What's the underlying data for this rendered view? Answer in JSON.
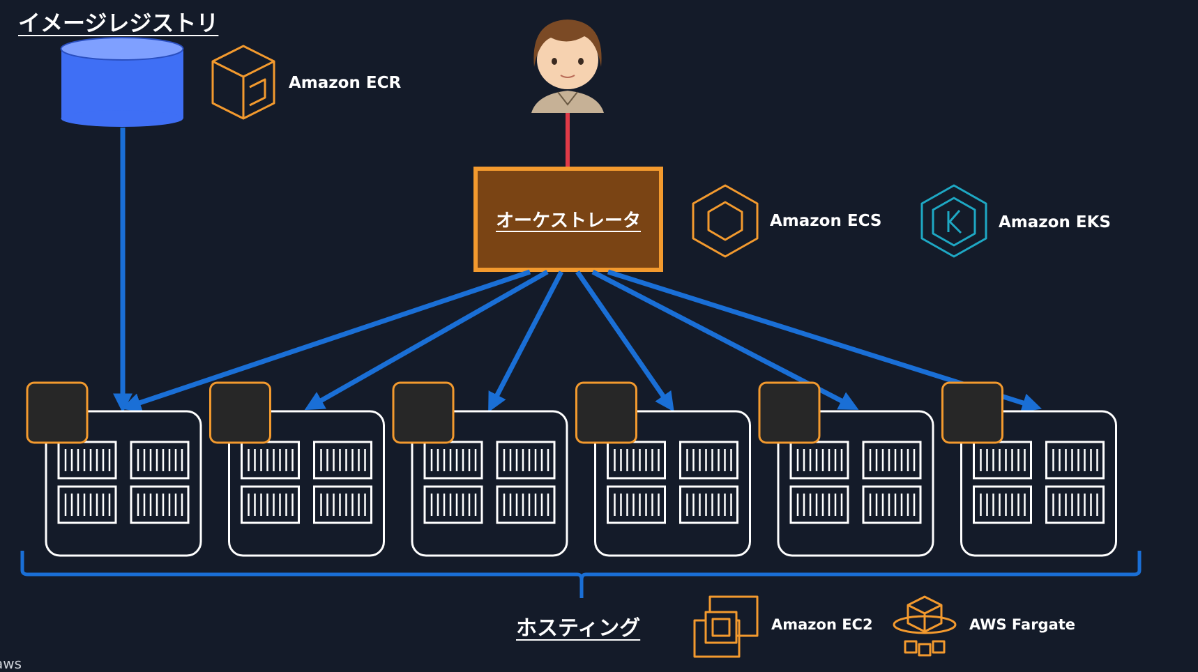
{
  "registry": {
    "title": "イメージレジストリ",
    "service": "Amazon ECR"
  },
  "orchestrator": {
    "label": "オーケストレータ",
    "services": [
      "Amazon ECS",
      "Amazon EKS"
    ]
  },
  "hosting": {
    "label": "ホスティング",
    "services": [
      "Amazon EC2",
      "AWS Fargate"
    ]
  },
  "watermark": "aws",
  "colors": {
    "background": "#141b29",
    "arrow": "#1a6fd6",
    "accent": "#f39a2e",
    "orchestrator_fill": "#7a4414",
    "eks": "#1ea8c4",
    "user_link": "#e03a47"
  },
  "host_count": 6,
  "icons": [
    "database-icon",
    "ecr-icon",
    "user-avatar-icon",
    "ecs-icon",
    "eks-icon",
    "ec2-icon",
    "fargate-icon",
    "host-icon"
  ]
}
